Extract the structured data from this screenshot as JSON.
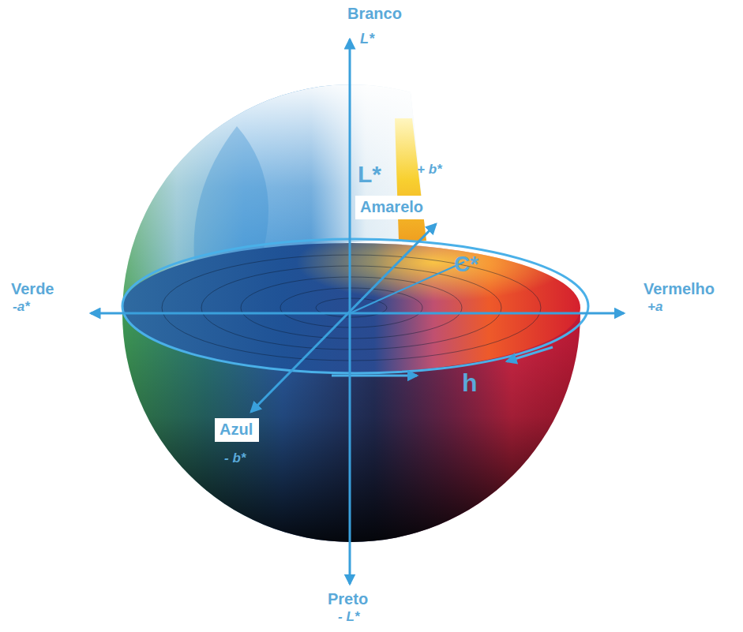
{
  "diagram": {
    "labels": [
      "Branco",
      "L*",
      "L*",
      "+ b*",
      "Amarelo",
      "Verde",
      "Vermelho",
      "-a*",
      "+a",
      "C*",
      "h",
      "Azul",
      "- b*",
      "Preto",
      "- L*"
    ]
  }
}
